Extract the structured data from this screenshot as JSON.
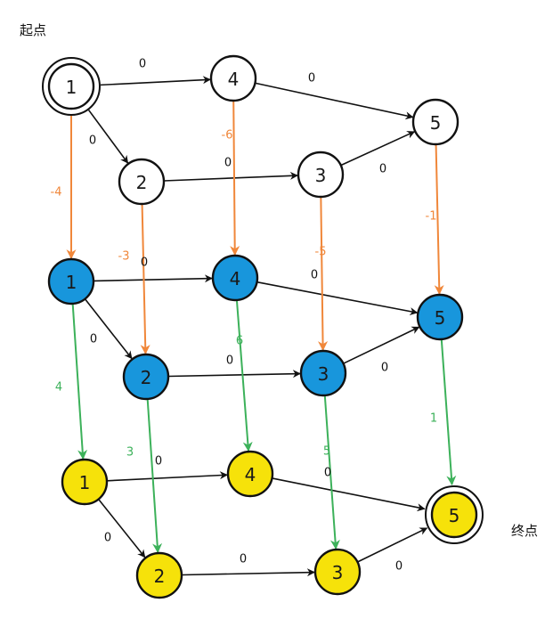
{
  "captions": {
    "start": "起点",
    "end": "终点"
  },
  "colors": {
    "layer_white": "#ffffff",
    "layer_blue": "#1896dc",
    "layer_yellow": "#f6e20a",
    "edge_black": "#111111",
    "edge_orange": "#f0873a",
    "edge_green": "#3cb15a"
  },
  "nodes": [
    {
      "id": "w1",
      "label": "1",
      "layer": "white",
      "ring": true
    },
    {
      "id": "w4",
      "label": "4",
      "layer": "white"
    },
    {
      "id": "w5",
      "label": "5",
      "layer": "white"
    },
    {
      "id": "w2",
      "label": "2",
      "layer": "white"
    },
    {
      "id": "w3",
      "label": "3",
      "layer": "white"
    },
    {
      "id": "b1",
      "label": "1",
      "layer": "blue"
    },
    {
      "id": "b4",
      "label": "4",
      "layer": "blue"
    },
    {
      "id": "b5",
      "label": "5",
      "layer": "blue"
    },
    {
      "id": "b2",
      "label": "2",
      "layer": "blue"
    },
    {
      "id": "b3",
      "label": "3",
      "layer": "blue"
    },
    {
      "id": "y1",
      "label": "1",
      "layer": "yellow"
    },
    {
      "id": "y4",
      "label": "4",
      "layer": "yellow"
    },
    {
      "id": "y5",
      "label": "5",
      "layer": "yellow",
      "ring": true
    },
    {
      "id": "y2",
      "label": "2",
      "layer": "yellow"
    },
    {
      "id": "y3",
      "label": "3",
      "layer": "yellow"
    }
  ],
  "edges": [
    {
      "from": "w1",
      "to": "w4",
      "label": "0",
      "color": "black"
    },
    {
      "from": "w1",
      "to": "w2",
      "label": "0",
      "color": "black"
    },
    {
      "from": "w4",
      "to": "w5",
      "label": "0",
      "color": "black"
    },
    {
      "from": "w2",
      "to": "w3",
      "label": "0",
      "color": "black"
    },
    {
      "from": "w3",
      "to": "w5",
      "label": "0",
      "color": "black"
    },
    {
      "from": "b1",
      "to": "b4",
      "label": "0",
      "color": "black"
    },
    {
      "from": "b1",
      "to": "b2",
      "label": "0",
      "color": "black"
    },
    {
      "from": "b4",
      "to": "b5",
      "label": "0",
      "color": "black"
    },
    {
      "from": "b2",
      "to": "b3",
      "label": "0",
      "color": "black"
    },
    {
      "from": "b3",
      "to": "b5",
      "label": "0",
      "color": "black"
    },
    {
      "from": "y1",
      "to": "y4",
      "label": "0",
      "color": "black"
    },
    {
      "from": "y1",
      "to": "y2",
      "label": "0",
      "color": "black"
    },
    {
      "from": "y4",
      "to": "y5",
      "label": "0",
      "color": "black"
    },
    {
      "from": "y2",
      "to": "y3",
      "label": "0",
      "color": "black"
    },
    {
      "from": "y3",
      "to": "y5",
      "label": "0",
      "color": "black"
    },
    {
      "from": "w1",
      "to": "b1",
      "label": "-4",
      "color": "orange"
    },
    {
      "from": "w2",
      "to": "b2",
      "label": "-3",
      "color": "orange"
    },
    {
      "from": "w4",
      "to": "b4",
      "label": "-6",
      "color": "orange"
    },
    {
      "from": "w3",
      "to": "b3",
      "label": "-5",
      "color": "orange"
    },
    {
      "from": "w5",
      "to": "b5",
      "label": "-1",
      "color": "orange"
    },
    {
      "from": "b1",
      "to": "y1",
      "label": "4",
      "color": "green"
    },
    {
      "from": "b2",
      "to": "y2",
      "label": "3",
      "color": "green"
    },
    {
      "from": "b4",
      "to": "y4",
      "label": "6",
      "color": "green"
    },
    {
      "from": "b3",
      "to": "y3",
      "label": "5",
      "color": "green"
    },
    {
      "from": "b5",
      "to": "y5",
      "label": "1",
      "color": "green"
    }
  ]
}
